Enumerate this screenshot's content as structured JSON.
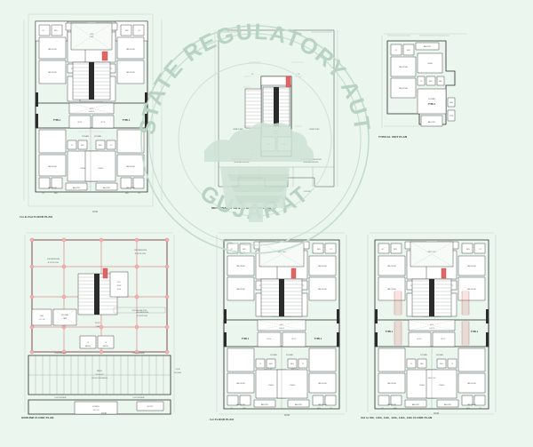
{
  "sheet": {
    "background_color": "#eaf6ee",
    "ink_color": "#2b2b2b",
    "accent_color": "#d23b3b",
    "column_color": "#f3b0b0"
  },
  "watermark": {
    "arc_top_text": "REAL ESTATE REGULATORY AUTHORITY",
    "arc_bottom_text": "GUJARAT",
    "color": "#b9d3c2",
    "shape": "circular-seal"
  },
  "plans": [
    {
      "id": "plan-top-left",
      "title": "1st & 2nd FLOOR PLAN",
      "unit_labels": [
        "TYPE-1",
        "TYPE-1",
        "TYPE-1",
        "TYPE-1"
      ],
      "overall_dim": "18.90",
      "side_dim": "24.40"
    },
    {
      "id": "plan-top-middle",
      "title": "SECTIONAL AT BB & CC ELEVATION PLAN",
      "left_note": "OPEN TO SKY",
      "right_note": "OPEN TO SKY",
      "core_label": "LIFT 2.00 X 2.30",
      "lift_labels": [
        "LIFT W.L.",
        "LIFT W.L."
      ]
    },
    {
      "id": "plan-top-right",
      "title": "TYPICAL UNIT PLAN",
      "unit_label": "TYPE-1"
    },
    {
      "id": "plan-bottom-left",
      "title": "GROUND FLOOR PLAN",
      "parking_note": "PARKING 1147.09 SQ.MT. (GROUND LEVEL PARKING)",
      "entry_note": "ENTRANCE 9.00 X 6.00 MTR WIDE (1.50 X 3.00 MT)",
      "left_note": "OPEN PARKING AREA AT GROUND LEVEL",
      "right_note": "OPEN PARKING AREA AT GROUND LEVEL",
      "overall_dim": "18.90",
      "side_dim": "24.40"
    },
    {
      "id": "plan-bottom-middle",
      "title": "1st FLOOR PLAN",
      "unit_labels": [
        "TYPE-1",
        "TYPE-1",
        "TYPE-1",
        "TYPE-1"
      ],
      "overall_dim": "18.90"
    },
    {
      "id": "plan-bottom-right",
      "title": "3rd to 8th, 10th, 11th, 12th, 13th, 14th FLOOR PLAN",
      "unit_labels": [
        "TYPE-1",
        "TYPE-1",
        "TYPE-1",
        "TYPE-1"
      ],
      "overall_dim": "18.90"
    }
  ],
  "rooms": {
    "bedroom": "BED ROOM",
    "living": "LIVING ROOM",
    "kitchen": "KITCHEN",
    "toilet": "TOILET",
    "bath": "BATH",
    "wc": "W.C.",
    "passage": "PASSAGE",
    "balcony": "BALCONY",
    "wash": "WASH",
    "store": "STORE",
    "lobby": "LOBBY",
    "staircase": "STAIR CASE",
    "lift": "LIFT",
    "duct": "DUCT",
    "open_to_sky": "OPEN TO SKY",
    "entrance": "ENTRANCE",
    "parking": "PARKING"
  }
}
